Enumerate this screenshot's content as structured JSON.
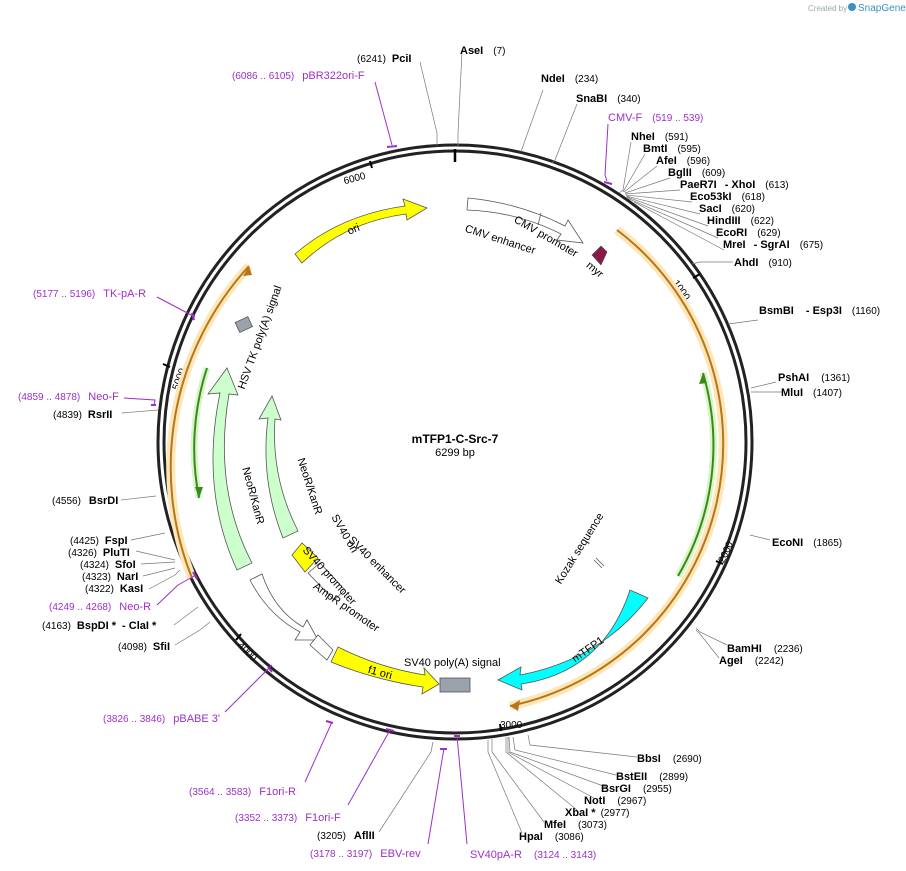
{
  "credit": {
    "created_by": "Created by",
    "brand": "SnapGene"
  },
  "plasmid": {
    "name": "mTFP1-C-Src-7",
    "size": "6299 bp",
    "length": 6299
  },
  "ticks": [
    {
      "label": "1000",
      "bp": 1000
    },
    {
      "label": "2000",
      "bp": 2000
    },
    {
      "label": "3000",
      "bp": 3000
    },
    {
      "label": "4000",
      "bp": 4000
    },
    {
      "label": "5000",
      "bp": 5000
    },
    {
      "label": "6000",
      "bp": 6000
    }
  ],
  "enzymes": [
    {
      "name": "PciI",
      "pos": "(6241)"
    },
    {
      "name": "AseI",
      "pos": "(7)"
    },
    {
      "name": "NdeI",
      "pos": "(234)"
    },
    {
      "name": "SnaBI",
      "pos": "(340)"
    },
    {
      "name": "NheI",
      "pos": "(591)"
    },
    {
      "name": "BmtI",
      "pos": "(595)"
    },
    {
      "name": "AfeI",
      "pos": "(596)"
    },
    {
      "name": "BglII",
      "pos": "(609)"
    },
    {
      "name": "PaeR7I",
      "extra": "- XhoI",
      "pos": "(613)"
    },
    {
      "name": "Eco53kI",
      "pos": "(618)"
    },
    {
      "name": "SacI",
      "pos": "(620)"
    },
    {
      "name": "HindIII",
      "pos": "(622)"
    },
    {
      "name": "EcoRI",
      "pos": "(629)"
    },
    {
      "name": "MreI",
      "extra": "- SgrAI",
      "pos": "(675)"
    },
    {
      "name": "AhdI",
      "pos": "(910)"
    },
    {
      "name": "BsmBI",
      "extra": "- Esp3I",
      "pos": "(1160)"
    },
    {
      "name": "PshAI",
      "pos": "(1361)"
    },
    {
      "name": "MluI",
      "pos": "(1407)"
    },
    {
      "name": "EcoNI",
      "pos": "(1865)"
    },
    {
      "name": "BamHI",
      "pos": "(2236)"
    },
    {
      "name": "AgeI",
      "pos": "(2242)"
    },
    {
      "name": "BbsI",
      "pos": "(2690)"
    },
    {
      "name": "BstEII",
      "pos": "(2899)"
    },
    {
      "name": "BsrGI",
      "pos": "(2955)"
    },
    {
      "name": "NotI",
      "pos": "(2967)"
    },
    {
      "name": "XbaI *",
      "pos": "(2977)"
    },
    {
      "name": "MfeI",
      "pos": "(3073)"
    },
    {
      "name": "HpaI",
      "pos": "(3086)"
    },
    {
      "name": "AflII",
      "pos": "(3205)"
    },
    {
      "name": "SfiI",
      "pos": "(4098)"
    },
    {
      "name": "BspDI *",
      "extra": "- ClaI *",
      "pos": "(4163)"
    },
    {
      "name": "KasI",
      "pos": "(4322)"
    },
    {
      "name": "NarI",
      "pos": "(4323)"
    },
    {
      "name": "SfoI",
      "pos": "(4324)"
    },
    {
      "name": "PluTI",
      "pos": "(4326)"
    },
    {
      "name": "FspI",
      "pos": "(4425)"
    },
    {
      "name": "BsrDI",
      "pos": "(4556)"
    },
    {
      "name": "RsrII",
      "pos": "(4839)"
    }
  ],
  "primers": [
    {
      "name": "pBR322ori-F",
      "range": "(6086 .. 6105)"
    },
    {
      "name": "CMV-F",
      "range": "(519 .. 539)"
    },
    {
      "name": "TK-pA-R",
      "range": "(5177 .. 5196)"
    },
    {
      "name": "Neo-F",
      "range": "(4859 .. 4878)"
    },
    {
      "name": "Neo-R",
      "range": "(4249 .. 4268)"
    },
    {
      "name": "pBABE 3'",
      "range": "(3826 .. 3846)"
    },
    {
      "name": "F1ori-R",
      "range": "(3564 .. 3583)"
    },
    {
      "name": "F1ori-F",
      "range": "(3352 .. 3373)"
    },
    {
      "name": "EBV-rev",
      "range": "(3178 .. 3197)"
    },
    {
      "name": "SV40pA-R",
      "range": "(3124 .. 3143)"
    }
  ],
  "features": [
    {
      "name": "ori",
      "color": "#ffff00"
    },
    {
      "name": "CMV enhancer",
      "color": "#ffffff"
    },
    {
      "name": "CMV promoter",
      "color": "#ffffff"
    },
    {
      "name": "myr",
      "color": "#8b1a4a"
    },
    {
      "name": "HSV TK poly(A) signal",
      "color": "#9aa3ad"
    },
    {
      "name": "NeoR/KanR",
      "color": "#ccffcc"
    },
    {
      "name": "NeoR/KanR",
      "color": "#ccffcc"
    },
    {
      "name": "SV40 ori",
      "color": "#ffff00"
    },
    {
      "name": "SV40 enhancer",
      "color": "#ffffff"
    },
    {
      "name": "SV40 promoter",
      "color": "#ffffff"
    },
    {
      "name": "AmpR promoter",
      "color": "#ffffff"
    },
    {
      "name": "f1 ori",
      "color": "#ffff00"
    },
    {
      "name": "SV40 poly(A) signal",
      "color": "#9aa3ad"
    },
    {
      "name": "mTFP1",
      "color": "#00ffff"
    },
    {
      "name": "Kozak sequence",
      "color": "#ffffff"
    }
  ],
  "colors": {
    "backbone": "#222222",
    "primer": "#9b30c8",
    "orf": "#e8a33c",
    "orf_glow": "#fde6b8",
    "green_orf": "#3a8a1a"
  }
}
